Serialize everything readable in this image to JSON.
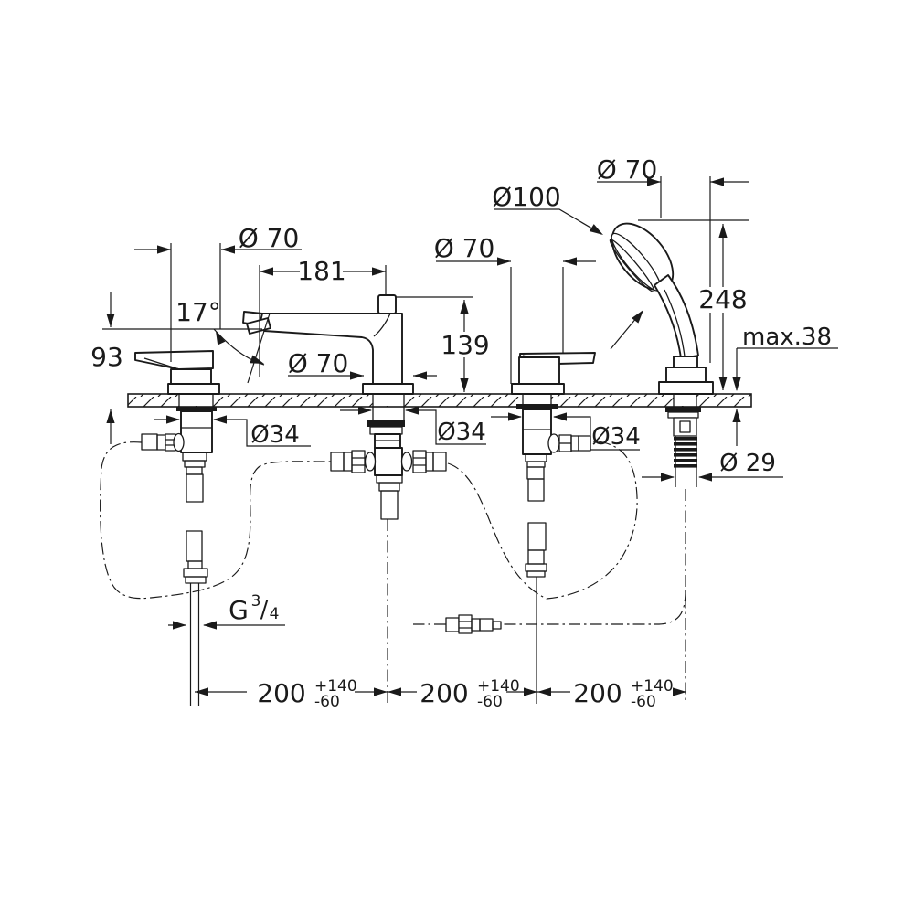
{
  "drawing": {
    "title": "Roman tub filler with hand shower - installation dimension drawing",
    "labels": {
      "handle_left_dia": "Ø 70",
      "spout_reach": "181",
      "spout_dia": "Ø 70",
      "spout_angle": "17°",
      "handle_height": "93",
      "handle_right_dia": "Ø 70",
      "spout_height": "139",
      "shower_holder_dia": "Ø 70",
      "shower_head_dia": "Ø100",
      "shower_height": "248",
      "deck_thickness": "max.38",
      "hose_dia": "Ø 29",
      "hole_dia_left": "Ø34",
      "hole_dia_middle": "Ø34",
      "hole_dia_right": "Ø34",
      "thread": {
        "g": "G",
        "num": "3",
        "slash": "/",
        "den": "4"
      },
      "spacing_left": {
        "value": "200",
        "tol_plus": "+140",
        "tol_minus": "-60"
      },
      "spacing_middle": {
        "value": "200",
        "tol_plus": "+140",
        "tol_minus": "-60"
      },
      "spacing_right": {
        "value": "200",
        "tol_plus": "+140",
        "tol_minus": "-60"
      }
    }
  }
}
